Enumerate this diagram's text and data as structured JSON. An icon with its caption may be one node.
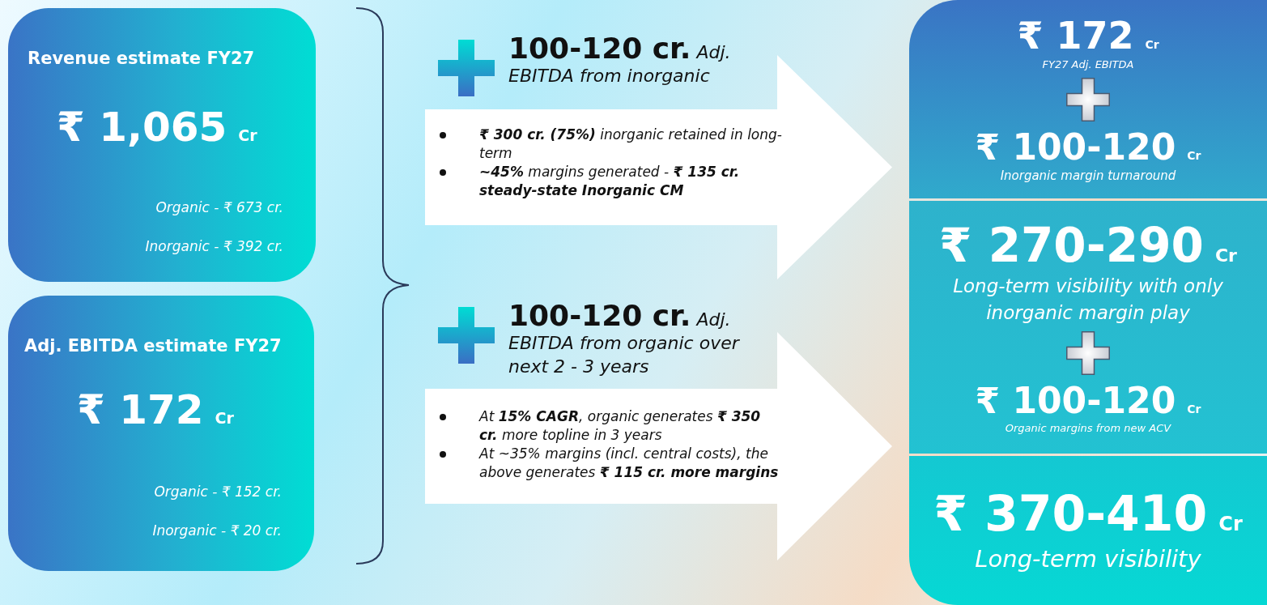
{
  "diagram": {
    "nodes": [
      {
        "text": [
          "Revenue estimate FY27",
          "₹ 1,065 Cr",
          "Organic - ₹ 673 cr.",
          "Inorganic - ₹ 392 cr."
        ]
      },
      {
        "text": [
          "Adj. EBITDA estimate FY27",
          "₹ 172 Cr",
          "Organic - ₹ 152 cr.",
          "Inorganic - ₹ 20 cr."
        ]
      },
      {
        "text": [
          "**100-120 cr.** Adj. EBITDA from inorganic",
          "**₹ 300 cr. (75%)** inorganic retained in long-term",
          "**~45%** margins generated - **₹ 135 cr. steady-state Inorganic CM**"
        ]
      },
      {
        "text": [
          "**100-120 cr.** Adj. EBITDA from organic over next 2 - 3 years",
          "At **15% CAGR**, organic generates **₹ 350 cr.** more topline in 3 years",
          "At ~35% margins (incl. central costs), the above generates **₹ 115 cr. more margins**"
        ]
      },
      {
        "text": [
          "₹ 172 Cr",
          "FY27 Adj. EBITDA",
          "₹ 100-120 Cr",
          "Inorganic margin turnaround"
        ]
      },
      {
        "text": [
          "₹ 270-290 Cr",
          "Long-term visibility with only inorganic margin play",
          "₹ 100-120 Cr",
          "Organic margins from new ACV"
        ]
      },
      {
        "text": [
          "₹ 370-410 Cr",
          "Long-term visibility"
        ]
      }
    ]
  }
}
